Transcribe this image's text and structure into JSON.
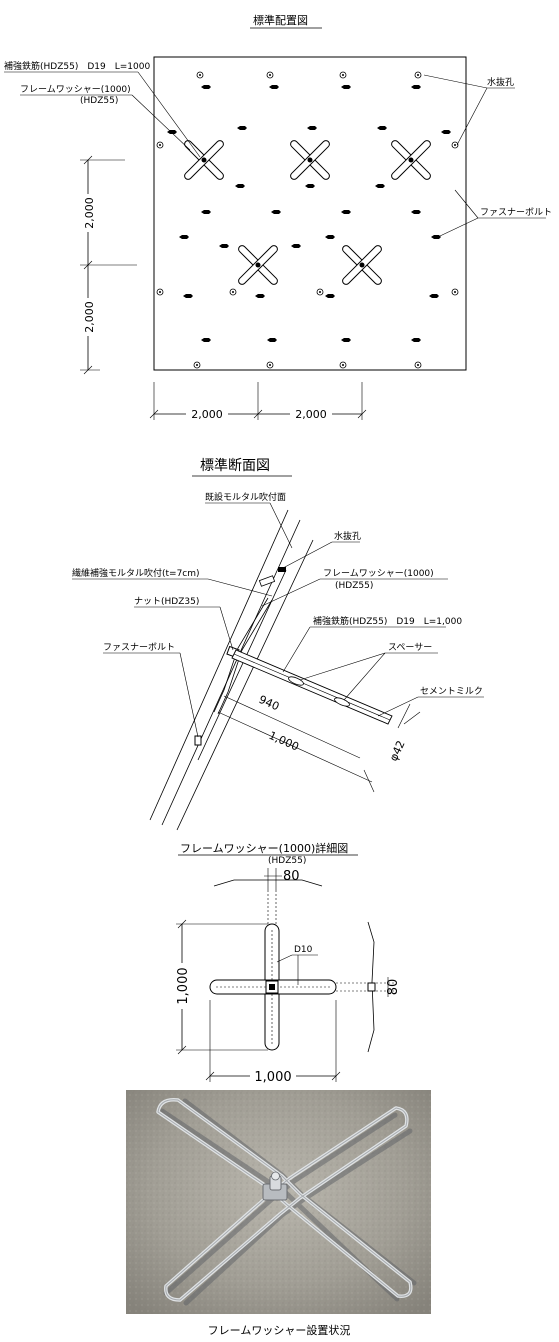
{
  "plan": {
    "title": "標準配置図",
    "label_rebar": "補強鉄筋(HDZ55)　D19　L=1000",
    "label_washer": "フレームワッシャー(1000)",
    "label_washer_sub": "(HDZ55)",
    "label_drain": "水抜孔",
    "label_bolt": "ファスナーボルト",
    "dim_v_top": "2,000",
    "dim_v_bottom": "2,000",
    "dim_h_left": "2,000",
    "dim_h_right": "2,000"
  },
  "section": {
    "title": "標準断面図",
    "label_existing": "既設モルタル吹付面",
    "label_drain": "水抜孔",
    "label_fiber": "繊維補強モルタル吹付(t=7cm)",
    "label_washer": "フレームワッシャー(1000)",
    "label_washer_sub": "(HDZ55)",
    "label_nut": "ナット(HDZ35)",
    "label_rebar": "補強鉄筋(HDZ55)　D19　L=1,000",
    "label_spacer": "スペーサー",
    "label_bolt": "ファスナーボルト",
    "label_milk": "セメントミルク",
    "dim_940": "940",
    "dim_1000": "1,000",
    "dim_phi": "φ42"
  },
  "detail": {
    "title": "フレームワッシャー(1000)詳細図",
    "title_sub": "(HDZ55)",
    "dim_80_top": "80",
    "dim_d10": "D10",
    "dim_1000_v": "1,000",
    "dim_80_side": "80",
    "dim_1000_h": "1,000"
  },
  "photo": {
    "caption": "フレームワッシャー設置状況"
  }
}
